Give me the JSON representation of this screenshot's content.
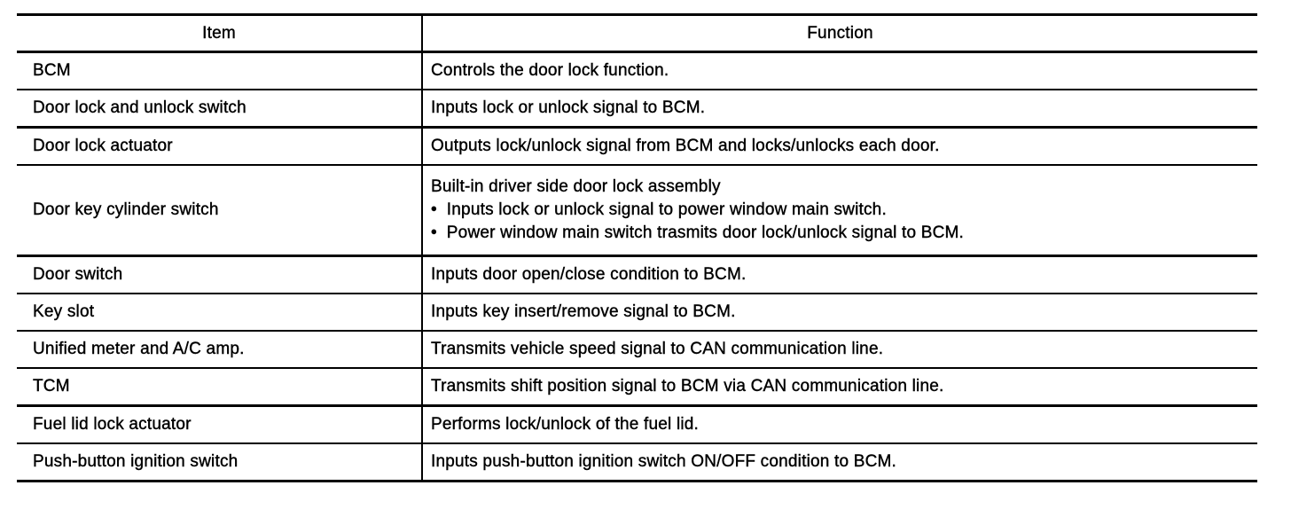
{
  "page": {
    "background": "#ffffff",
    "text_color": "#000000",
    "border_color": "#000000"
  },
  "table": {
    "header": {
      "item": "Item",
      "function": "Function"
    },
    "rows": [
      {
        "item": "BCM",
        "function": [
          "Controls the door lock function."
        ]
      },
      {
        "item": "Door lock and unlock switch",
        "function": [
          "Inputs lock or unlock signal to BCM."
        ]
      },
      {
        "item": "Door lock actuator",
        "function": [
          "Outputs lock/unlock signal from BCM and locks/unlocks each door."
        ]
      },
      {
        "item": "Door key cylinder switch",
        "function": [
          "Built-in driver side door lock assembly",
          "•  Inputs lock or unlock signal to power window main switch.",
          "•  Power window main switch trasmits door lock/unlock signal to BCM."
        ]
      },
      {
        "item": "Door switch",
        "function": [
          "Inputs door open/close condition to BCM."
        ]
      },
      {
        "item": "Key slot",
        "function": [
          "Inputs key insert/remove signal to BCM."
        ]
      },
      {
        "item": "Unified meter and A/C amp.",
        "function": [
          "Transmits vehicle speed signal to CAN communication line."
        ]
      },
      {
        "item": "TCM",
        "function": [
          "Transmits shift position signal to BCM via CAN communication line."
        ]
      },
      {
        "item": "Fuel lid lock actuator",
        "function": [
          "Performs lock/unlock of the fuel lid."
        ]
      },
      {
        "item": "Push-button ignition switch",
        "function": [
          "Inputs push-button ignition switch ON/OFF condition to BCM."
        ]
      }
    ]
  }
}
